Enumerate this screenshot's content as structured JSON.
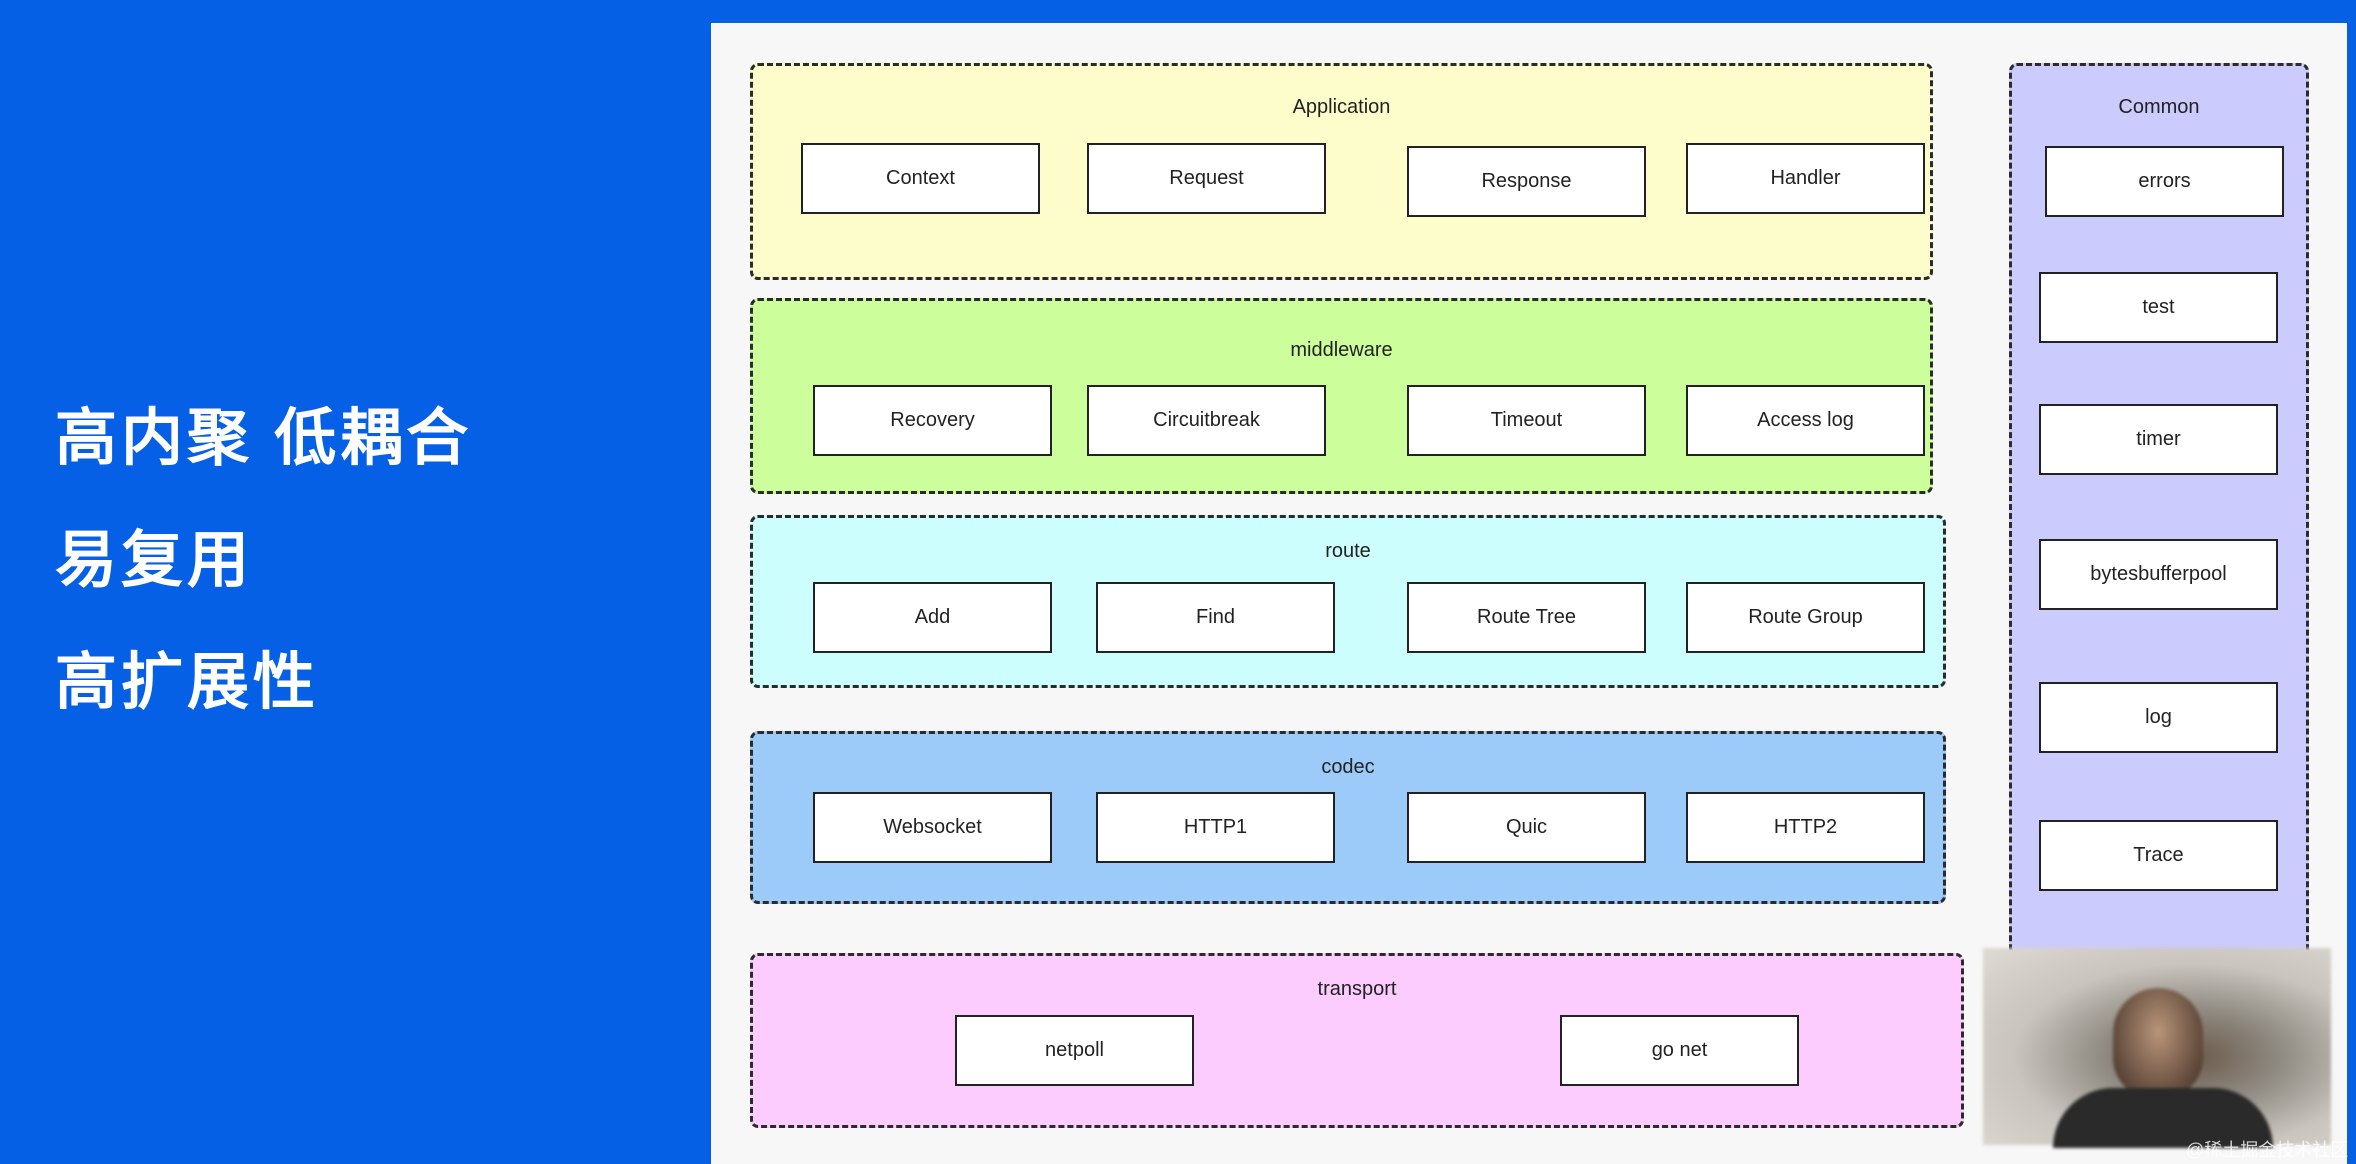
{
  "slogans": [
    "高内聚  低耦合",
    "易复用",
    "高扩展性"
  ],
  "layers": {
    "application": {
      "title": "Application",
      "modules": [
        "Context",
        "Request",
        "Response",
        "Handler"
      ]
    },
    "middleware": {
      "title": "middleware",
      "modules": [
        "Recovery",
        "Circuitbreak",
        "Timeout",
        "Access log"
      ]
    },
    "route": {
      "title": "route",
      "modules": [
        "Add",
        "Find",
        "Route Tree",
        "Route Group"
      ]
    },
    "codec": {
      "title": "codec",
      "modules": [
        "Websocket",
        "HTTP1",
        "Quic",
        "HTTP2"
      ]
    },
    "transport": {
      "title": "transport",
      "modules": [
        "netpoll",
        "go net"
      ]
    },
    "common": {
      "title": "Common",
      "modules": [
        "errors",
        "test",
        "timer",
        "bytesbufferpool",
        "log",
        "Trace"
      ]
    }
  },
  "colors": {
    "background": "#0560e6",
    "application": "#fdfdcb",
    "middleware": "#cdfe9c",
    "route": "#ccfefe",
    "codec": "#9ccaf9",
    "transport": "#fdccfe",
    "common": "#cccbfd"
  },
  "watermark": "@稀土掘金技术社区"
}
